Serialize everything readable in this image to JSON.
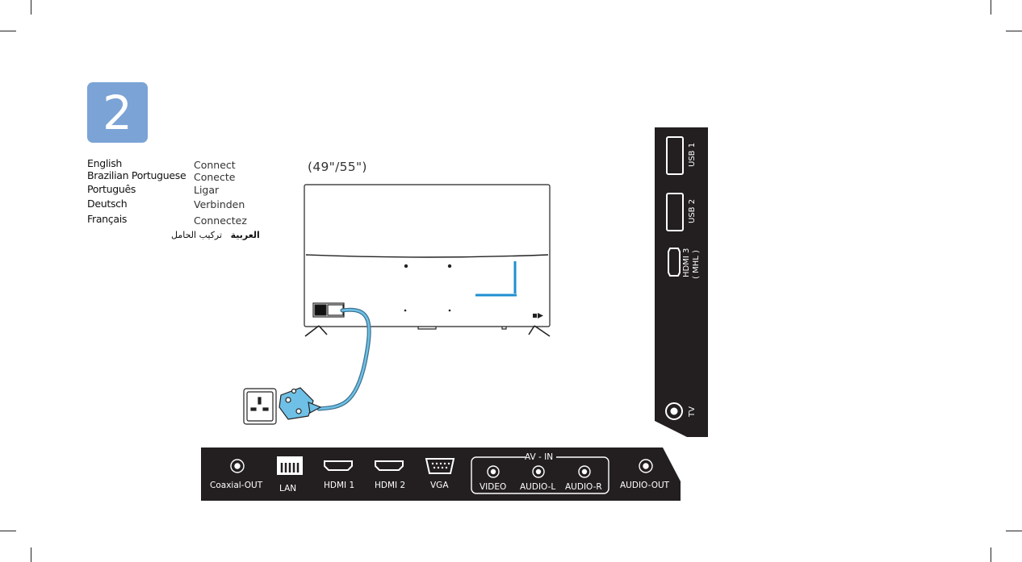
{
  "step": {
    "number": "2"
  },
  "languages": [
    {
      "name": "English",
      "word": "Connect"
    },
    {
      "name": "Brazilian Portuguese",
      "word": "Conecte"
    },
    {
      "name": "Português",
      "word": "Ligar"
    },
    {
      "name": "Deutsch",
      "word": "Verbinden"
    },
    {
      "name": "Français",
      "word": "Connectez"
    }
  ],
  "arabic": {
    "name": "العربية",
    "word": "تركيب الحامل"
  },
  "tv_size": "(49\"/55\")",
  "bottom_panel": {
    "coaxial_out": "Coaxial-OUT",
    "lan": "LAN",
    "hdmi1": "HDMI 1",
    "hdmi2": "HDMI 2",
    "vga": "VGA",
    "av_in": "AV - IN",
    "video": "VIDEO",
    "audio_l": "AUDIO-L",
    "audio_r": "AUDIO-R",
    "audio_out": "AUDIO-OUT"
  },
  "side_panel": {
    "usb1": "USB 1",
    "usb2": "USB 2",
    "hdmi3": "HDMI 3",
    "mhl": "( MHL )",
    "tv": "TV"
  },
  "colors": {
    "badge": "#7ba3d6",
    "panel": "#231f20",
    "accent_blue": "#1f8fd0",
    "cable_blue": "#5fb0d8"
  }
}
